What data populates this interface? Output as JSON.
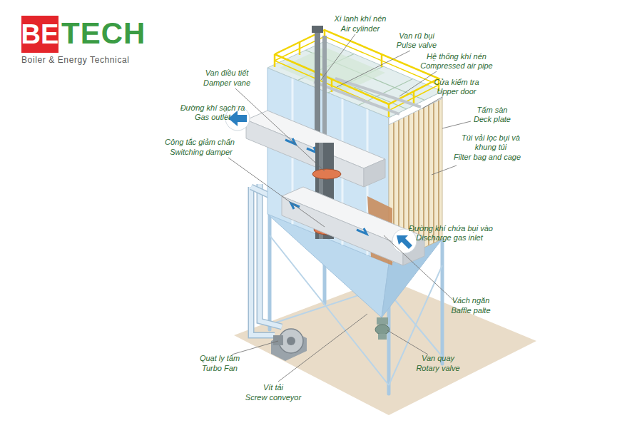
{
  "diagram": {
    "nodes": [
      {
        "text": [
          "BE"
        ]
      }
    ],
    "labels": [
      "TECH",
      "Boiler & Energy Technical",
      "Xi lanh khí nén",
      "Air cylinder",
      "Van rũ bụi",
      "Pulse valve",
      "Hệ thống khí nén",
      "Compressed air pipe",
      "Cửa kiểm tra",
      "Upper door",
      "Tấm sàn",
      "Deck plate",
      "Túi vải lọc bụi và khung túi",
      "Filter bag and cage",
      "Van điều tiết",
      "Damper vane",
      "Đường khí sạch ra",
      "Gas outlet",
      "Công tắc giảm chấn",
      "Switching damper",
      "Đường khí chứa bụi vào",
      "Discharge gas inlet",
      "Vách ngăn",
      "Baffle palte",
      "Van quay",
      "Rotary valve",
      "Quạt ly tâm",
      "Turbo Fan",
      "Vít tải",
      "Screw conveyor"
    ]
  }
}
